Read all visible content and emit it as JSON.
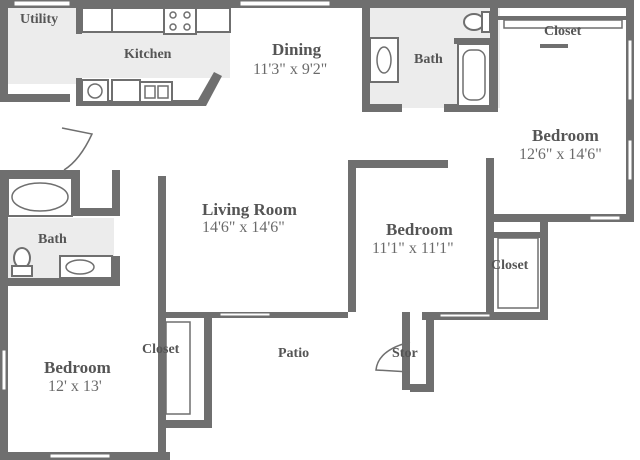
{
  "rooms": {
    "utility": {
      "name": "Utility"
    },
    "kitchen": {
      "name": "Kitchen"
    },
    "dining": {
      "name": "Dining",
      "size": "11'3\" x 9'2\""
    },
    "bath_top": {
      "name": "Bath"
    },
    "closet_top": {
      "name": "Closet"
    },
    "bedroom_right": {
      "name": "Bedroom",
      "size": "12'6\" x 14'6\""
    },
    "living": {
      "name": "Living Room",
      "size": "14'6\" x 14'6\""
    },
    "bedroom_mid": {
      "name": "Bedroom",
      "size": "11'1\" x 11'1\""
    },
    "closet_mid": {
      "name": "Closet"
    },
    "bath_left": {
      "name": "Bath"
    },
    "bedroom_left": {
      "name": "Bedroom",
      "size": "12' x 13'"
    },
    "closet_left": {
      "name": "Closet"
    },
    "patio": {
      "name": "Patio"
    },
    "storage": {
      "name": "Stor"
    }
  },
  "colors": {
    "wall": "#6f6f6f",
    "tile": "#ececec",
    "text": "#555555"
  }
}
